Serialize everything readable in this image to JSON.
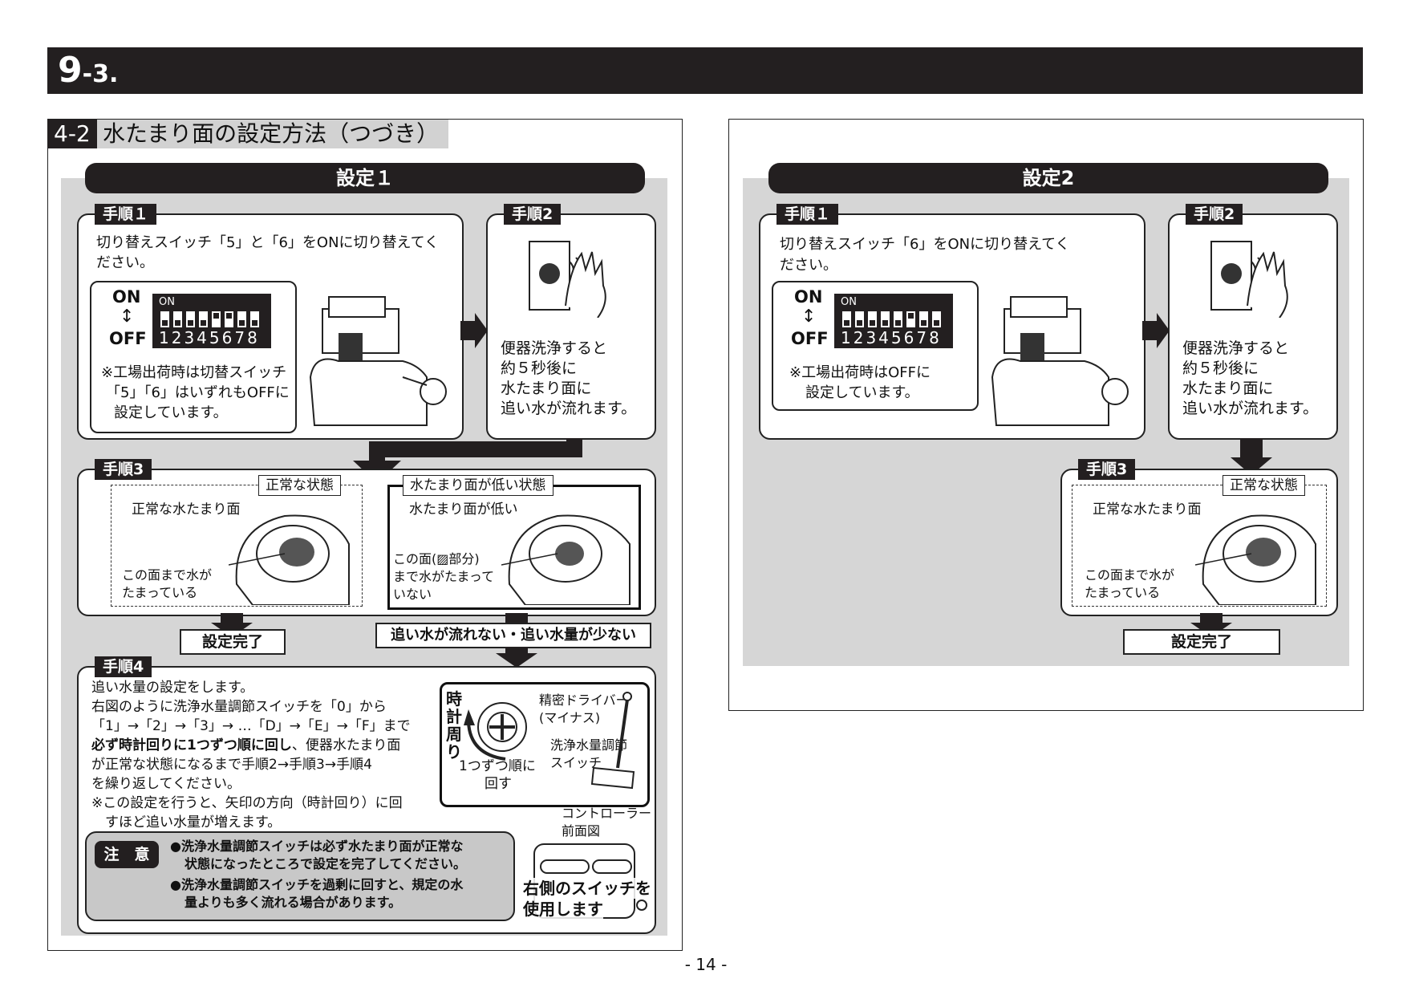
{
  "header": {
    "number_main": "9",
    "number_sub": "-3."
  },
  "section": {
    "number": "4-2",
    "title": "水たまり面の設定方法（つづき）"
  },
  "page_number": "- 14 -",
  "left": {
    "setting_title": "設定１",
    "step1": {
      "tag": "手順１",
      "text": "切り替えスイッチ「5」と「6」をONに切り替えてください。",
      "on": "ON",
      "off": "OFF",
      "dip_on": "ON",
      "dip_numbers": "12345678",
      "note_l1": "※工場出荷時は切替スイッチ",
      "note_l2": "「5」「6」はいずれもOFFに",
      "note_l3": "設定しています。"
    },
    "step2": {
      "tag": "手順2",
      "l1": "便器洗浄すると",
      "l2": "約５秒後に",
      "l3": "水たまり面に",
      "l4": "追い水が流れます。"
    },
    "step3": {
      "tag": "手順3",
      "normal_label": "正常な状態",
      "normal_surface": "正常な水たまり面",
      "normal_note_l1": "この面まで水が",
      "normal_note_l2": "たまっている",
      "low_label": "水たまり面が低い状態",
      "low_surface": "水たまり面が低い",
      "low_note_l1": "この面(▨部分)",
      "low_note_l2": "まで水がたまって",
      "low_note_l3": "いない"
    },
    "done": "設定完了",
    "not_flowing": "追い水が流れない・追い水量が少ない",
    "step4": {
      "tag": "手順4",
      "l1": "追い水量の設定をします。",
      "l2": "右図のように洗浄水量調節スイッチを「0」から",
      "l3": "「1」→「2」→「3」→ …「D」→「E」→「F」まで",
      "l4_bold": "必ず時計回りに1つずつ順に回し",
      "l4_rest": "、便器水たまり面",
      "l5": "が正常な状態になるまで手順2→手順3→手順4",
      "l6": "を繰り返してください。",
      "l7": "※この設定を行うと、矢印の方向（時計回り）に回",
      "l8": "　すほど追い水量が増えます。",
      "dial_clockwise": "時計周り",
      "dial_turn_l1": "1つずつ順に",
      "dial_turn_l2": "回す",
      "driver_l1": "精密ドライバー",
      "driver_l2": "(マイナス)",
      "switch_l1": "洗浄水量調節",
      "switch_l2": "スイッチ",
      "controller_l1": "コントローラー",
      "controller_l2": "前面図",
      "right_switch_l1": "右側のスイッチを",
      "right_switch_l2": "使用します"
    },
    "caution": {
      "tag": "注　意",
      "c1_l1": "●洗浄水量調節スイッチは必ず水たまり面が正常な",
      "c1_l2": "状態になったところで設定を完了してください。",
      "c2_l1": "●洗浄水量調節スイッチを過剰に回すと、規定の水",
      "c2_l2": "量よりも多く流れる場合があります。"
    }
  },
  "right": {
    "setting_title": "設定2",
    "step1": {
      "tag": "手順１",
      "l1": "切り替えスイッチ「6」をONに切り替えてく",
      "l2": "ださい。",
      "on": "ON",
      "off": "OFF",
      "dip_on": "ON",
      "dip_numbers": "12345678",
      "note_l1": "※工場出荷時はOFFに",
      "note_l2": "設定しています。"
    },
    "step2": {
      "tag": "手順2",
      "l1": "便器洗浄すると",
      "l2": "約５秒後に",
      "l3": "水たまり面に",
      "l4": "追い水が流れます。"
    },
    "step3": {
      "tag": "手順3",
      "normal_label": "正常な状態",
      "normal_surface": "正常な水たまり面",
      "normal_note_l1": "この面まで水が",
      "normal_note_l2": "たまっている"
    },
    "done": "設定完了"
  }
}
